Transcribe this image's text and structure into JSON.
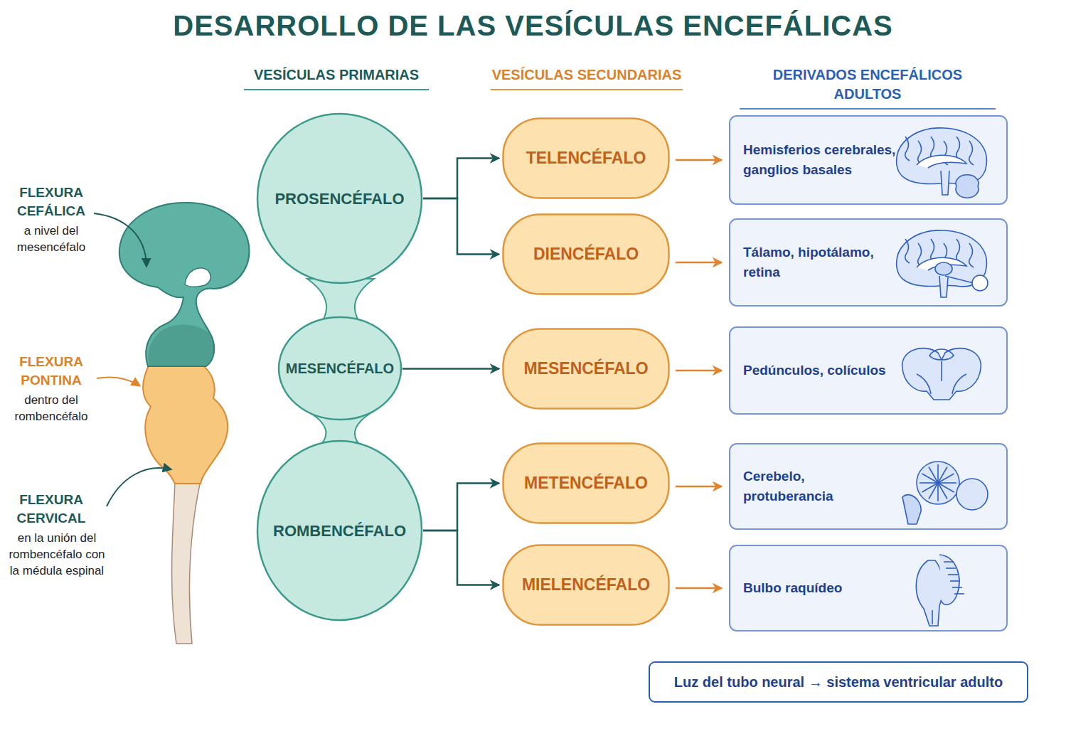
{
  "diagram": {
    "title": "DESARROLLO DE LAS VESÍCULAS ENCEFÁLICAS",
    "nodes": [
      {
        "text": [
          "PROSENCÉFALO"
        ]
      },
      {
        "text": [
          "MESENCÉFALO"
        ]
      },
      {
        "text": [
          "ROMBENCÉFALO"
        ]
      },
      {
        "text": [
          "TELENCÉFALO"
        ]
      },
      {
        "text": [
          "DIENCÉFALO"
        ]
      },
      {
        "text": [
          "MESENCÉFALO"
        ]
      },
      {
        "text": [
          "METENCÉFALO"
        ]
      },
      {
        "text": [
          "MIELENCÉFALO"
        ]
      },
      {
        "text": [
          "Hemisferios cerebrales, ganglios basales"
        ]
      },
      {
        "text": [
          "Tálamo, hipotálamo, retina"
        ]
      },
      {
        "text": [
          "Pedúnculos, colículos"
        ]
      },
      {
        "text": [
          "Cerebelo, protuberancia"
        ]
      },
      {
        "text": [
          "Bulbo raquídeo"
        ]
      },
      {
        "text": [
          "Luz del tubo neural → sistema ventricular adulto"
        ]
      }
    ],
    "edges": [
      {
        "from": 0,
        "to": 3,
        "arrow": "to"
      },
      {
        "from": 0,
        "to": 4,
        "arrow": "to"
      },
      {
        "from": 1,
        "to": 5,
        "arrow": "to"
      },
      {
        "from": 2,
        "to": 6,
        "arrow": "to"
      },
      {
        "from": 2,
        "to": 7,
        "arrow": "to"
      },
      {
        "from": 3,
        "to": 8,
        "arrow": "to"
      },
      {
        "from": 4,
        "to": 9,
        "arrow": "to"
      },
      {
        "from": 5,
        "to": 10,
        "arrow": "to"
      },
      {
        "from": 6,
        "to": 11,
        "arrow": "to"
      },
      {
        "from": 7,
        "to": 12,
        "arrow": "to"
      }
    ],
    "labels": [
      "VESÍCULAS PRIMARIAS",
      "VESÍCULAS SECUNDARIAS",
      "DERIVADOS ENCEFÁLICOS ADULTOS",
      "FLEXURA CEFÁLICA",
      "a nivel del mesencéfalo",
      "FLEXURA PONTINA",
      "dentro del rombencéfalo",
      "FLEXURA CERVICAL",
      "en la unión del rombencéfalo con la médula espinal"
    ]
  }
}
